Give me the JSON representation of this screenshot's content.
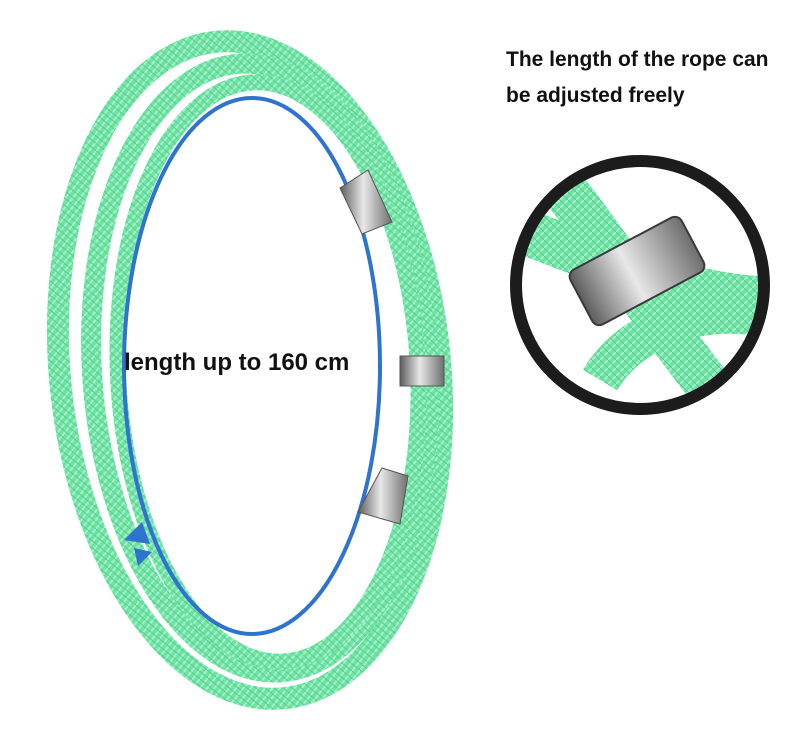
{
  "caption": {
    "line1": "The length of the rope can",
    "line2": "be adjusted freely"
  },
  "length_label": "length up to 160 cm",
  "colors": {
    "rope": "#6fe3a3",
    "rope_dark": "#4fc98a",
    "rope_light": "#aff5cf",
    "arrow": "#2f73d0",
    "metal": "#9a9a9a",
    "circle_border": "#1c1c1c",
    "text": "#111111"
  },
  "icons": [
    "rope-loop-illustration",
    "length-arrow-icon",
    "metal-clip-icon",
    "zoom-circle-icon"
  ]
}
